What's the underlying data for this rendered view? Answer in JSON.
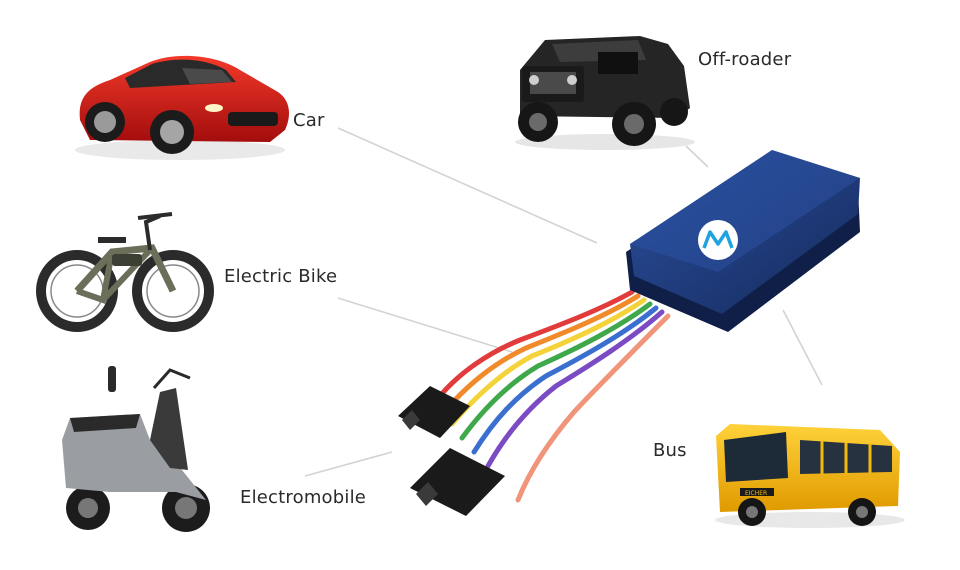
{
  "labels": {
    "car": "Car",
    "electric_bike": "Electric Bike",
    "electromobile": "Electromobile",
    "off_roader": "Off-roader",
    "bus": "Bus"
  },
  "bus_brand": "EICHER",
  "colors": {
    "device_body": "#1f3a7a",
    "connector_line": "#d3d3d3",
    "car_red": "#d81818",
    "bus_yellow": "#f3b90c",
    "wire_colors": [
      "#e23b3b",
      "#f08a2a",
      "#f4d23a",
      "#3fa84a",
      "#3a6fd0",
      "#7b4bc4",
      "#f0957a"
    ]
  },
  "icons": [
    "gps-tracker-device",
    "car-illustration",
    "electric-bike-illustration",
    "electromobile-illustration",
    "off-roader-illustration",
    "bus-illustration"
  ]
}
